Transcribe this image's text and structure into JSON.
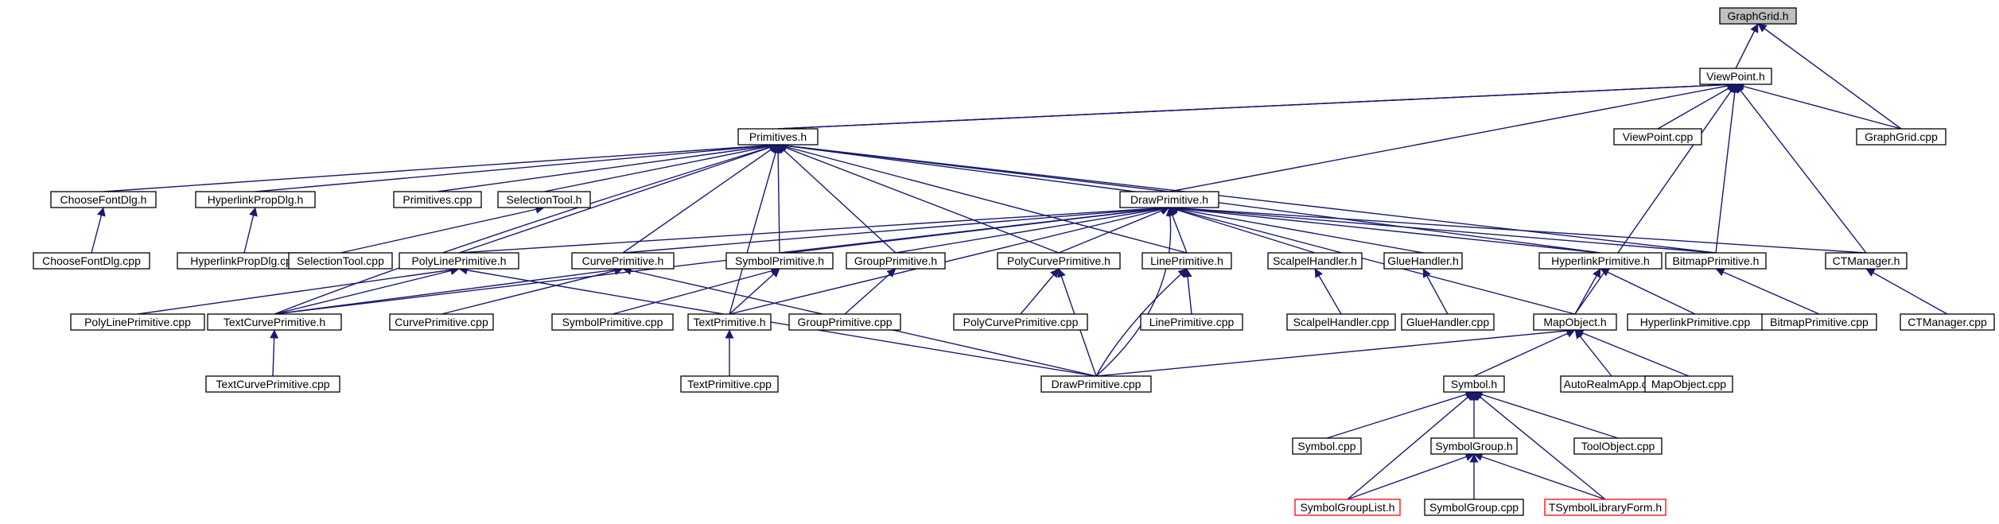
{
  "colors": {
    "edge": "#191970",
    "node_border": "#000000",
    "root_fill": "#bfbfbf",
    "highlight_border": "#ff0000"
  },
  "nodes": {
    "GraphGrid_h": "GraphGrid.h",
    "ViewPoint_h": "ViewPoint.h",
    "ViewPoint_cpp": "ViewPoint.cpp",
    "GraphGrid_cpp": "GraphGrid.cpp",
    "Primitives_h": "Primitives.h",
    "ChooseFontDlg_h": "ChooseFontDlg.h",
    "HyperlinkPropDlg_h": "HyperlinkPropDlg.h",
    "Primitives_cpp": "Primitives.cpp",
    "SelectionTool_h": "SelectionTool.h",
    "DrawPrimitive_h": "DrawPrimitive.h",
    "ChooseFontDlg_cpp": "ChooseFontDlg.cpp",
    "HyperlinkPropDlg_cpp": "HyperlinkPropDlg.cpp",
    "SelectionTool_cpp": "SelectionTool.cpp",
    "PolyLinePrimitive_h": "PolyLinePrimitive.h",
    "CurvePrimitive_h": "CurvePrimitive.h",
    "SymbolPrimitive_h": "SymbolPrimitive.h",
    "GroupPrimitive_h": "GroupPrimitive.h",
    "PolyCurvePrimitive_h": "PolyCurvePrimitive.h",
    "LinePrimitive_h": "LinePrimitive.h",
    "ScalpelHandler_h": "ScalpelHandler.h",
    "GlueHandler_h": "GlueHandler.h",
    "HyperlinkPrimitive_h": "HyperlinkPrimitive.h",
    "BitmapPrimitive_h": "BitmapPrimitive.h",
    "CTManager_h": "CTManager.h",
    "PolyLinePrimitive_cpp": "PolyLinePrimitive.cpp",
    "TextCurvePrimitive_h": "TextCurvePrimitive.h",
    "CurvePrimitive_cpp": "CurvePrimitive.cpp",
    "SymbolPrimitive_cpp": "SymbolPrimitive.cpp",
    "TextPrimitive_h": "TextPrimitive.h",
    "GroupPrimitive_cpp": "GroupPrimitive.cpp",
    "PolyCurvePrimitive_cpp": "PolyCurvePrimitive.cpp",
    "LinePrimitive_cpp": "LinePrimitive.cpp",
    "ScalpelHandler_cpp": "ScalpelHandler.cpp",
    "GlueHandler_cpp": "GlueHandler.cpp",
    "MapObject_h": "MapObject.h",
    "HyperlinkPrimitive_cpp": "HyperlinkPrimitive.cpp",
    "BitmapPrimitive_cpp": "BitmapPrimitive.cpp",
    "CTManager_cpp": "CTManager.cpp",
    "TextCurvePrimitive_cpp": "TextCurvePrimitive.cpp",
    "TextPrimitive_cpp": "TextPrimitive.cpp",
    "DrawPrimitive_cpp": "DrawPrimitive.cpp",
    "Symbol_h": "Symbol.h",
    "AutoRealmApp_cpp": "AutoRealmApp.cpp",
    "MapObject_cpp": "MapObject.cpp",
    "Symbol_cpp": "Symbol.cpp",
    "SymbolGroup_h": "SymbolGroup.h",
    "ToolObject_cpp": "ToolObject.cpp",
    "SymbolGroupList_h": "SymbolGroupList.h",
    "SymbolGroup_cpp": "SymbolGroup.cpp",
    "TSymbolLibraryForm_h": "TSymbolLibraryForm.h"
  }
}
